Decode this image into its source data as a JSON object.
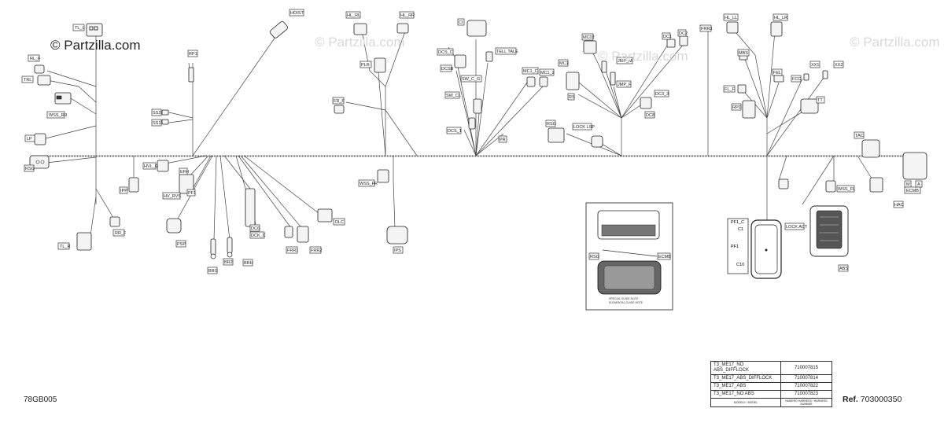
{
  "watermark": "© Partzilla.com",
  "diagram_id": "78GB005",
  "reference": {
    "prefix": "Ref.",
    "number": "703000350"
  },
  "model_table": {
    "rows": [
      {
        "model": "T3_ME17_NO ABS_DIFFLOCK",
        "part_number": "710007815"
      },
      {
        "model": "T3_ME17_ABS_DIFFLOCK",
        "part_number": "710007814"
      },
      {
        "model": "T3_ME17_ABS",
        "part_number": "710007822"
      },
      {
        "model": "T3_ME17_NO ABS",
        "part_number": "710007823"
      }
    ],
    "footer": {
      "model_header": "MODELE / MODEL",
      "part_header": "NUMERO HARNESS / HARNESS NUMBER"
    }
  },
  "labels": {
    "tl_l": "TL_L",
    "rl_f": "RL_F",
    "trl": "TRL",
    "wss_rr": "WSS_RR",
    "lp": "LP",
    "rsg": "RSG",
    "rr_f": "RR_F",
    "tl_r": "TL_R",
    "rp1": "RP1",
    "hoist": "HOIST",
    "ss2": "SS2",
    "ss1": "SS1",
    "hvl_g": "HVL_G",
    "ipp": "IPP",
    "efh": "EFH",
    "hv_rvs": "HV_RVS",
    "pf1": "PF1",
    "psp": "PSP",
    "brg": "BRG",
    "br2": "BR2",
    "brh": "BRH",
    "dc6": "DC6",
    "dck_c": "DCK_C",
    "frr1": "FRR1",
    "frr2": "FRR2",
    "dlc": "DLC",
    "hl_rl": "HL_RL",
    "hl_rr": "HL_RR",
    "plr": "PLR",
    "fr_f": "FR_F",
    "wss_fr": "WSS_FR",
    "ips": "IPS",
    "ci": "CI",
    "dcs_c": "DCS_C",
    "dcsb": "DCSB",
    "tell_tale": "TELL TALE",
    "sw_c_g": "SW_C_G",
    "sw_cl": "SW_CL",
    "dcs_1": "DCS_1",
    "pr": "PR",
    "mc1_c": "MC1_C",
    "mc1_2": "MC1_2",
    "mc02": "MC02",
    "mc1": "MC1",
    "jmp_m": "JMP_M",
    "jmp_f": "JMP_F",
    "dc3_3": "DC3_3",
    "dc8": "DC8",
    "rs": "RS",
    "rsg2": "RSG",
    "lock_lsp": "LOCK LSP",
    "dc1": "DC1",
    "dc2": "DC2",
    "frr3": "FRR3",
    "hl_ll": "HL_LL",
    "hl_lr": "HL_LR",
    "mbs": "MBS",
    "fel": "FEL",
    "fl_f": "FL_F",
    "rpd": "RPD",
    "fcc": "FCC",
    "xx1": "XX1",
    "xx2": "XX2",
    "tt": "TT",
    "tac": "TAC",
    "ecm_m": "M",
    "ecm_a": "A",
    "ecm_b": "ECMB",
    "wss_fl": "WSS_FL",
    "hac": "HAC",
    "pfi_c": "PF1_C",
    "pfi_c1": "C1",
    "pfi": "PF1",
    "pfi_c10": "C10",
    "lock_act": "LOCK ACT",
    "abs": "ABS",
    "inset_rsg": "RSG",
    "inset_ecmb": "ECMB",
    "inset_note_1": "SPECIAL GUIDE NOTE",
    "inset_note_2": "ELEMENTAL GUIDE NOTE"
  },
  "colors": {
    "line": "#333333",
    "watermark_ghost": "#d9d9d9",
    "background": "#ffffff"
  }
}
